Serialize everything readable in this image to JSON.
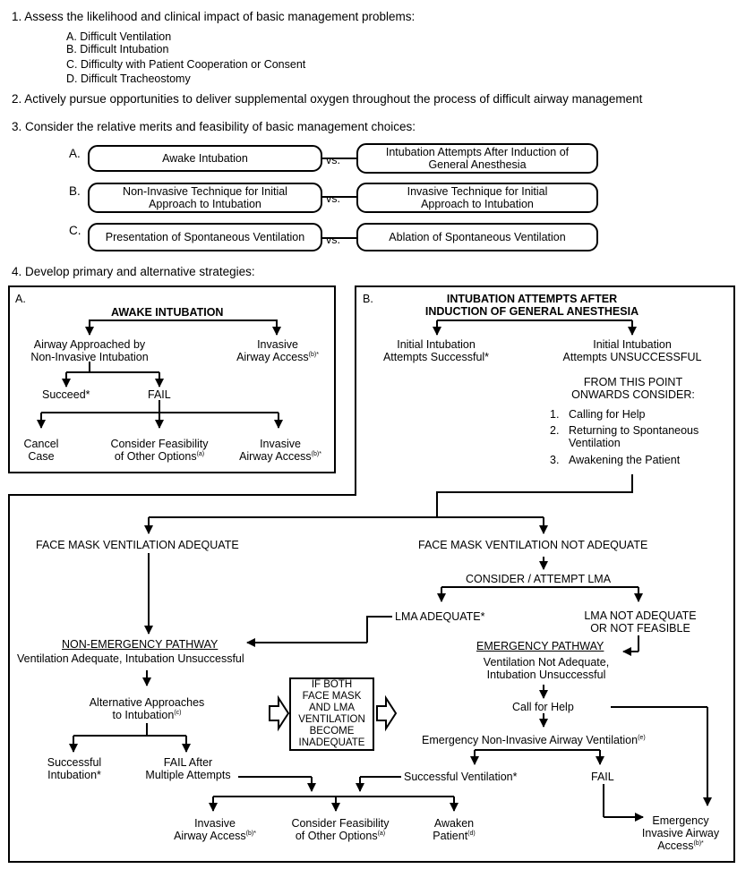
{
  "steps": {
    "s1": "1.  Assess the likelihood and clinical impact of basic management problems:",
    "s1_items": [
      "A.  Difficult Ventilation",
      "B.  Difficult Intubation",
      "C.  Difficulty with Patient Cooperation or Consent",
      "D.  Difficult Tracheostomy"
    ],
    "s2": "2.  Actively pursue opportunities to deliver supplemental oxygen throughout the process of difficult airway management",
    "s3": "3.  Consider the relative merits and feasibility of basic management choices:",
    "s4": "4.  Develop primary and alternative strategies:"
  },
  "choices": [
    {
      "letter": "A.",
      "left": [
        "Awake Intubation"
      ],
      "vs": "vs.",
      "right": [
        "Intubation Attempts After Induction of",
        "General Anesthesia"
      ]
    },
    {
      "letter": "B.",
      "left": [
        "Non-Invasive Technique for Initial",
        "Approach to Intubation"
      ],
      "vs": "vs.",
      "right": [
        "Invasive Technique for Initial",
        "Approach to Intubation"
      ]
    },
    {
      "letter": "C.",
      "left": [
        "Presentation of Spontaneous Ventilation"
      ],
      "vs": "vs.",
      "right": [
        "Ablation of Spontaneous Ventilation"
      ]
    }
  ],
  "panelA": {
    "letter": "A.",
    "title": "AWAKE INTUBATION",
    "noninvasive": [
      "Airway Approached by",
      "Non-Invasive Intubation"
    ],
    "invasive1": [
      "Invasive",
      "Airway Access"
    ],
    "succeed": "Succeed*",
    "fail": "FAIL",
    "cancel": [
      "Cancel",
      "Case"
    ],
    "consider": [
      "Consider Feasibility",
      "of Other Options"
    ],
    "invasive2": [
      "Invasive",
      "Airway Access"
    ],
    "sup_a": "(a)",
    "sup_b": "(b)*"
  },
  "panelB": {
    "letter": "B.",
    "title": [
      "INTUBATION ATTEMPTS AFTER",
      "INDUCTION OF GENERAL ANESTHESIA"
    ],
    "successful": [
      "Initial Intubation",
      "Attempts Successful*"
    ],
    "unsuccessful": [
      "Initial Intubation",
      "Attempts UNSUCCESSFUL"
    ],
    "from": [
      "FROM THIS POINT",
      "ONWARDS CONSIDER:"
    ],
    "consider_list": [
      {
        "n": "1.",
        "lines": [
          "Calling for Help"
        ]
      },
      {
        "n": "2.",
        "lines": [
          "Returning to Spontaneous",
          "Ventilation"
        ]
      },
      {
        "n": "3.",
        "lines": [
          "Awakening the Patient"
        ]
      }
    ]
  },
  "flow": {
    "fm_adequate": "FACE MASK VENTILATION ADEQUATE",
    "fm_not": "FACE MASK VENTILATION NOT ADEQUATE",
    "lma_consider": "CONSIDER / ATTEMPT LMA",
    "lma_adequate": "LMA ADEQUATE*",
    "lma_not": [
      "LMA  NOT ADEQUATE",
      "OR NOT FEASIBLE"
    ],
    "nonemerg_title": "NON-EMERGENCY PATHWAY",
    "nonemerg_sub": "Ventilation Adequate, Intubation Unsuccessful",
    "alt": [
      "Alternative Approaches",
      "to Intubation"
    ],
    "sup_c": "(c)",
    "succ_intub": [
      "Successful",
      "Intubation*"
    ],
    "fail_multi": [
      "FAIL After",
      "Multiple Attempts"
    ],
    "if_both": [
      "IF BOTH",
      "FACE MASK",
      "AND LMA",
      "VENTILATION",
      "BECOME",
      "INADEQUATE"
    ],
    "emerg_title": "EMERGENCY PATHWAY",
    "emerg_sub": [
      "Ventilation Not Adequate,",
      "Intubation Unsuccessful"
    ],
    "call_help": "Call for Help",
    "emerg_noninv": "Emergency Non-Invasive Airway Ventilation",
    "sup_e": "(e)",
    "succ_vent": "Successful Ventilation*",
    "fail": "FAIL",
    "emerg_inv": [
      "Emergency",
      "Invasive Airway",
      "Access"
    ],
    "sup_b": "(b)*",
    "invasive": [
      "Invasive",
      "Airway Access"
    ],
    "consider": [
      "Consider Feasibility",
      "of Other Options"
    ],
    "sup_a": "(a)",
    "awaken": [
      "Awaken",
      "Patient"
    ],
    "sup_d": "(d)"
  }
}
